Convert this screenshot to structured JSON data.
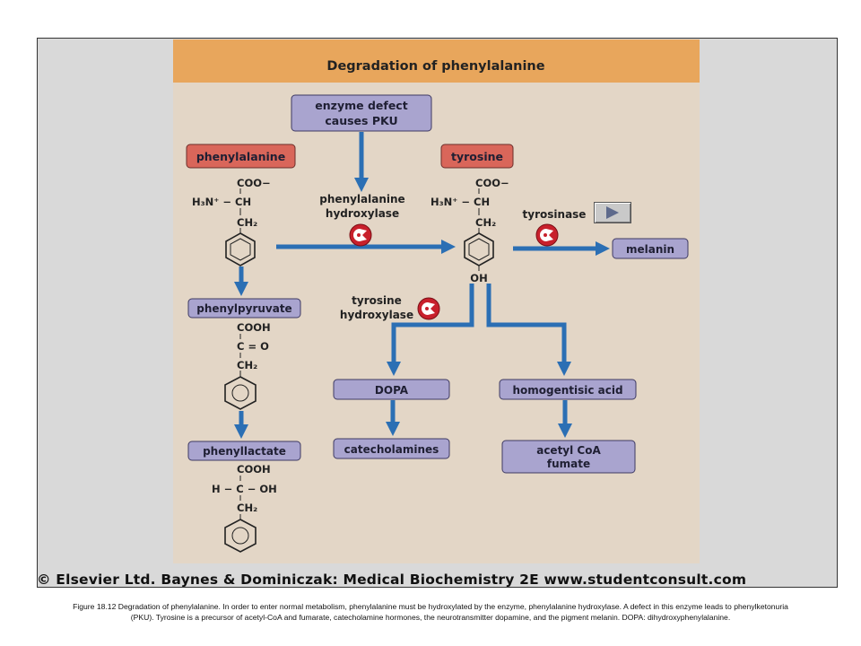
{
  "figure": {
    "title": "Degradation of phenylalanine",
    "nodes": {
      "enzyme_defect": [
        "enzyme defect",
        "causes PKU"
      ],
      "phenylalanine": "phenylalanine",
      "tyrosine": "tyrosine",
      "phenylpyruvate": "phenylpyruvate",
      "phenyllactate": "phenyllactate",
      "melanin": "melanin",
      "dopa": "DOPA",
      "catecholamines": "catecholamines",
      "homogentisic_acid": "homogentisic acid",
      "acetyl_coa": [
        "acetyl CoA",
        "fumate"
      ]
    },
    "enzymes": {
      "phe_hydroxylase": [
        "phenylalanine",
        "hydroxylase"
      ],
      "tyrosinase": "tyrosinase",
      "tyr_hydroxylase": [
        "tyrosine",
        "hydroxylase"
      ]
    },
    "structures": {
      "amino_acid": {
        "carboxyl": "COO−",
        "amine": "H₃N⁺ − CH",
        "ch2": "CH₂"
      },
      "tyrosine_oh": "OH",
      "phenylpyruvate": {
        "carboxyl": "COOH",
        "ketone": "C = O",
        "ch2": "CH₂"
      },
      "phenyllactate": {
        "carboxyl": "COOH",
        "hydroxy": "H − C − OH",
        "ch2": "CH₂"
      }
    },
    "colors": {
      "title_bar": "#e8a65c",
      "panel_bg": "#e3d6c6",
      "red_box": "#d9665a",
      "purple_box": "#a9a4cf",
      "arrow": "#2b6fb4",
      "inhibitor": "#c8202c"
    }
  },
  "footer": {
    "credit": "© Elsevier Ltd. Baynes & Dominiczak: Medical Biochemistry 2E www.studentconsult.com"
  },
  "caption": "Figure 18.12 Degradation of phenylalanine. In order to enter normal metabolism, phenylalanine must be hydroxylated by the enzyme, phenylalanine hydroxylase. A defect in this enzyme leads to phenylketonuria (PKU). Tyrosine is a precursor of acetyl-CoA and fumarate, catecholamine hormones, the neurotransmitter dopamine, and the pigment melanin. DOPA: dihydroxyphenylalanine.",
  "navigation": {
    "next_icon": "play-triangle-icon"
  }
}
